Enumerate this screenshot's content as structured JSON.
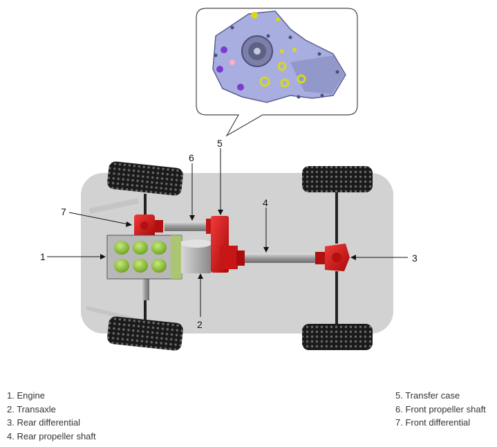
{
  "callouts": {
    "engine": "1",
    "transaxle": "2",
    "rear_differential": "3",
    "rear_propeller_shaft": "4",
    "transfer_case": "5",
    "front_propeller_shaft": "6",
    "front_differential": "7"
  },
  "legend": {
    "left": [
      "1. Engine",
      "2. Transaxle",
      "3. Rear differential",
      "4. Rear propeller shaft"
    ],
    "right": [
      "5. Transfer case",
      "6. Front propeller shaft",
      "7. Front differential"
    ]
  },
  "colors": {
    "body": "#d2d2d2",
    "drivetrain_red": "#d81818",
    "shaft_gray": "#9a9a9a",
    "engine_block": "#b8b8b8",
    "cylinder_green": "#8fc23a",
    "tire_black": "#1a1a1a",
    "transfer_case_purple": "#a9aee0",
    "bolt_yellow": "#d8d81a"
  },
  "icons": [
    "tire-icon",
    "engine-icon",
    "transfer-case-photo"
  ]
}
